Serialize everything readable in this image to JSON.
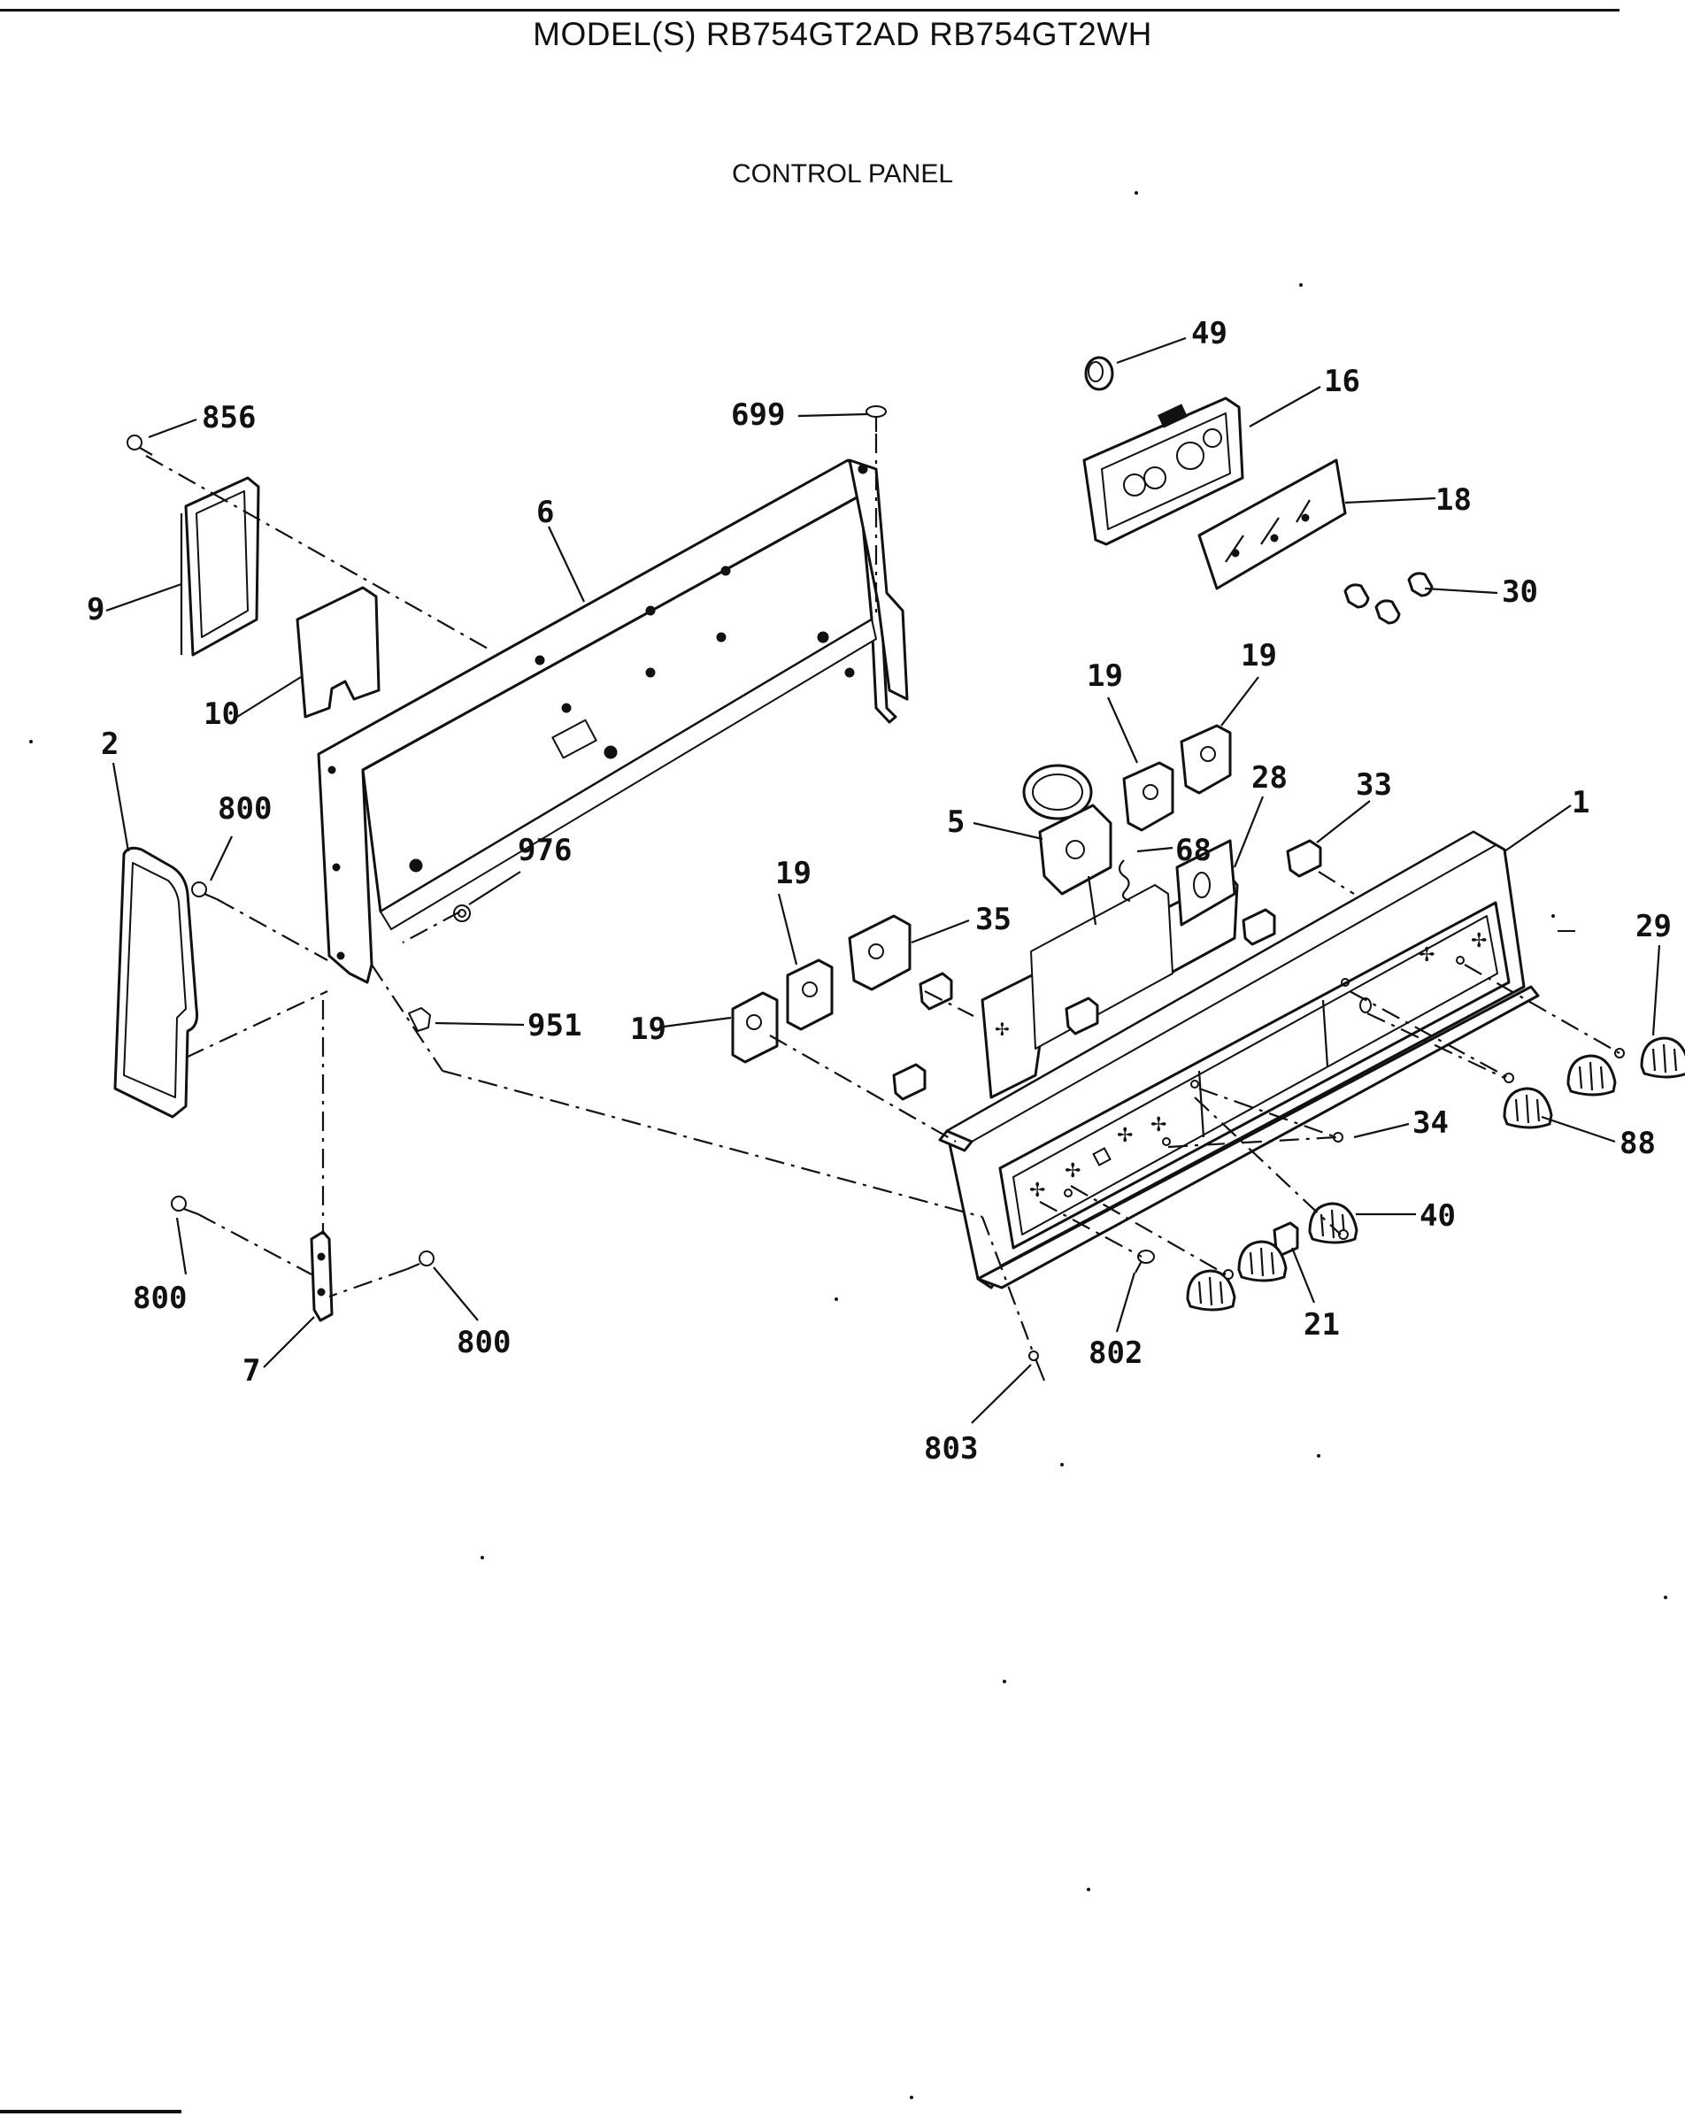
{
  "header": {
    "model_title": "MODEL(S) RB754GT2AD  RB754GT2WH",
    "section_title": "CONTROL PANEL"
  },
  "callouts": [
    {
      "id": "c856",
      "text": "856"
    },
    {
      "id": "c699",
      "text": "699"
    },
    {
      "id": "c49",
      "text": "49"
    },
    {
      "id": "c16",
      "text": "16"
    },
    {
      "id": "c6",
      "text": "6"
    },
    {
      "id": "c18",
      "text": "18"
    },
    {
      "id": "c9",
      "text": "9"
    },
    {
      "id": "c30",
      "text": "30"
    },
    {
      "id": "c10",
      "text": "10"
    },
    {
      "id": "c19a",
      "text": "19"
    },
    {
      "id": "c19b",
      "text": "19"
    },
    {
      "id": "c2",
      "text": "2"
    },
    {
      "id": "c28",
      "text": "28"
    },
    {
      "id": "c33",
      "text": "33"
    },
    {
      "id": "c1",
      "text": "1"
    },
    {
      "id": "c800a",
      "text": "800"
    },
    {
      "id": "c5",
      "text": "5"
    },
    {
      "id": "c976",
      "text": "976"
    },
    {
      "id": "c68",
      "text": "68"
    },
    {
      "id": "c19c",
      "text": "19"
    },
    {
      "id": "c35",
      "text": "35"
    },
    {
      "id": "c29",
      "text": "29"
    },
    {
      "id": "c951",
      "text": "951"
    },
    {
      "id": "c19d",
      "text": "19"
    },
    {
      "id": "c34",
      "text": "34"
    },
    {
      "id": "c88",
      "text": "88"
    },
    {
      "id": "c40",
      "text": "40"
    },
    {
      "id": "c800b",
      "text": "800"
    },
    {
      "id": "c21",
      "text": "21"
    },
    {
      "id": "c800c",
      "text": "800"
    },
    {
      "id": "c7",
      "text": "7"
    },
    {
      "id": "c802",
      "text": "802"
    },
    {
      "id": "c803",
      "text": "803"
    }
  ]
}
